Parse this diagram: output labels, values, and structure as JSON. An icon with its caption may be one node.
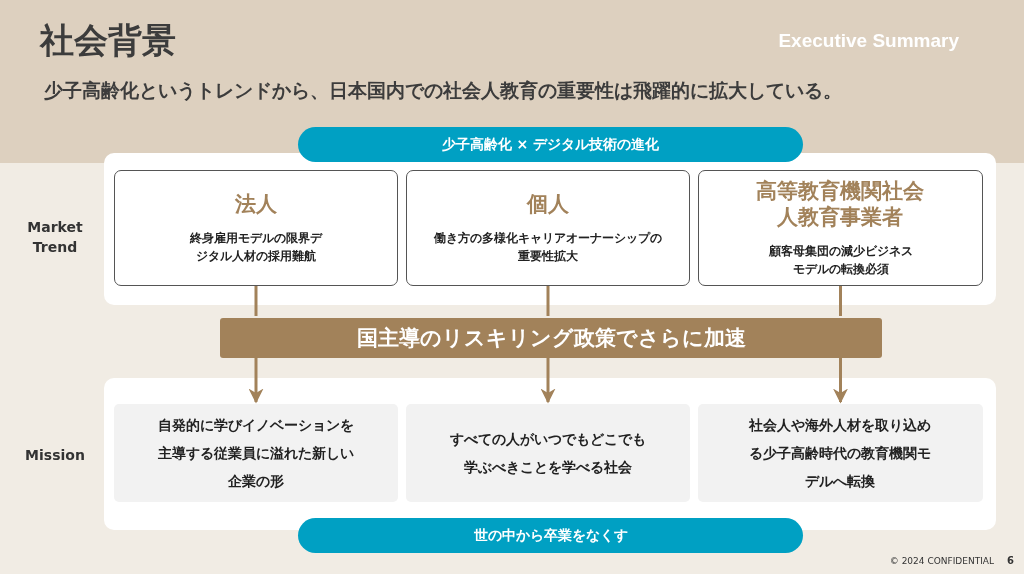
{
  "diagram": {
    "title": "社会背景",
    "nodes": [
      {
        "text": [
          "少子高齢化 × デジタル技術の進化"
        ]
      },
      {
        "text": [],
        "shape": "box"
      },
      {
        "text": [
          "法人",
          "終身雇用モデルの限界デジタル人材の採用難航"
        ],
        "in": 1
      },
      {
        "text": [
          "個人",
          "働き方の多様化キャリアオーナーシップの重要性拡大"
        ],
        "in": 1
      },
      {
        "text": [
          "高等教育機関社会人教育事業者",
          "顧客母集団の減少ビジネスモデルの転換必須"
        ],
        "in": 1
      },
      {
        "text": [
          "国主導のリスキリング政策でさらに加速"
        ]
      },
      {
        "text": [],
        "shape": "box"
      },
      {
        "text": [
          "自発的に学びイノベーションを主導する従業員に溢れた新しい企業の形"
        ],
        "in": 6
      },
      {
        "text": [
          "すべての人がいつでもどこでも学ぶべきことを学べる社会"
        ],
        "in": 6
      },
      {
        "text": [
          "社会人や海外人材を取り込める少子高齢時代の教育機関モデルへ転換"
        ],
        "in": 6
      },
      {
        "text": [
          "世の中から卒業をなくす"
        ]
      }
    ],
    "edges": [
      {
        "from": 2,
        "to": 5,
        "arrow": "none"
      },
      {
        "from": 3,
        "to": 5,
        "arrow": "none"
      },
      {
        "from": 4,
        "to": 5,
        "arrow": "none"
      },
      {
        "from": 5,
        "to": 7,
        "arrow": "to"
      },
      {
        "from": 5,
        "to": 8,
        "arrow": "to"
      },
      {
        "from": 5,
        "to": 9,
        "arrow": "to"
      }
    ],
    "labels": [
      "Executive Summary",
      "少子高齢化というトレンドから、日本国内での社会人教育の重要性は飛躍的に拡大している。",
      "Market Trend",
      "Mission",
      "© 2024 CONFIDENTIAL",
      "6"
    ]
  }
}
